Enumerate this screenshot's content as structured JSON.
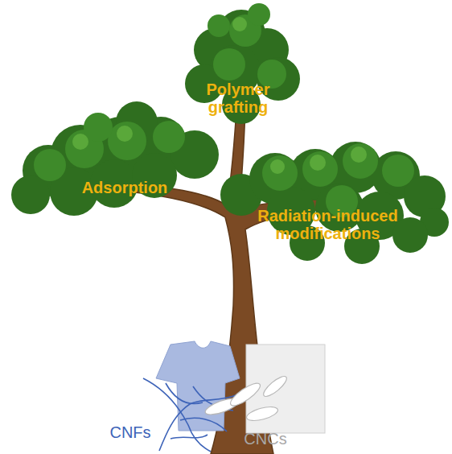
{
  "diagram": {
    "labels": [
      "Polymer grafting",
      "Adsorption",
      "Radiation-induced modifications",
      "CNFs",
      "CNCs"
    ]
  }
}
